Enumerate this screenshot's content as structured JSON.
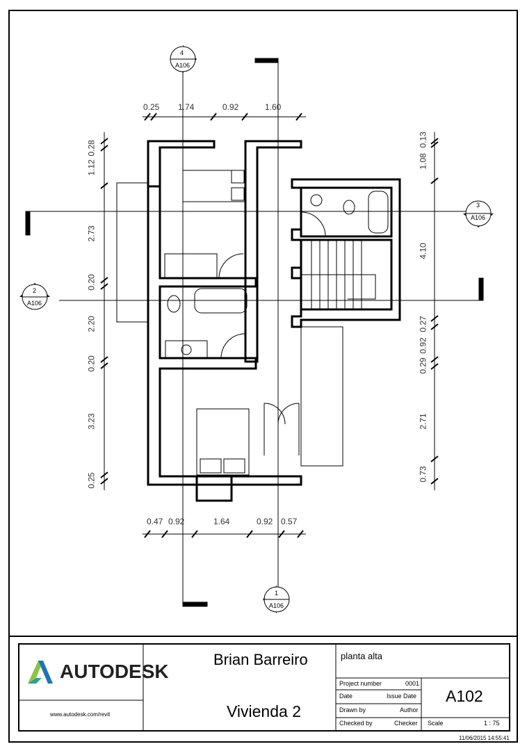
{
  "sheet": {
    "logo_text": "AUTODESK",
    "website": "www.autodesk.com/revit",
    "designer": "Brian Barreiro",
    "project_name": "Vivienda 2",
    "sheet_title": "planta alta",
    "project_number_label": "Project number",
    "project_number": "0001",
    "date_label": "Date",
    "date_value": "Issue Date",
    "drawn_by_label": "Drawn by",
    "drawn_by": "Author",
    "checked_by_label": "Checked by",
    "checked_by": "Checker",
    "sheet_number": "A102",
    "scale_label": "Scale",
    "scale": "1 : 75",
    "timestamp": "11/06/2015 14:55:41",
    "brand_colors": [
      "#8cc63f",
      "#1b75bb",
      "#2aa198"
    ]
  },
  "sections": [
    {
      "number": "4",
      "sheet": "A106"
    },
    {
      "number": "3",
      "sheet": "A106"
    },
    {
      "number": "2",
      "sheet": "A106"
    },
    {
      "number": "1",
      "sheet": "A106"
    }
  ],
  "dimensions": {
    "top": [
      "0.25",
      "1.74",
      "0.92",
      "1.60"
    ],
    "bottom": [
      "0.47",
      "0.92",
      "1.64",
      "0.92",
      "0.57"
    ],
    "left": [
      "0.28",
      "1.12",
      "2.73",
      "0.20",
      "2.20",
      "0.20",
      "3.23",
      "0.25"
    ],
    "right": [
      "0.13",
      "1.08",
      "4.10",
      "0.27",
      "0.92",
      "0.29",
      "2.71",
      "0.73"
    ]
  }
}
